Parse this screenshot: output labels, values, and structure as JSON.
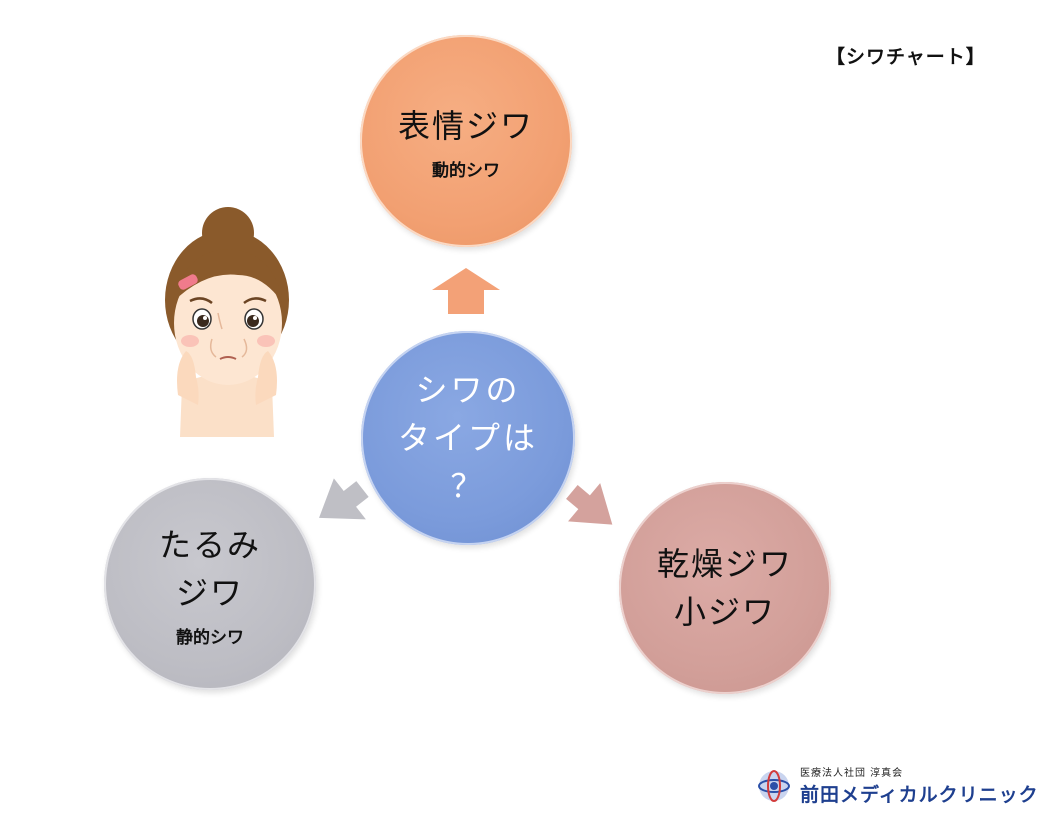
{
  "title": "【シワチャート】",
  "center": {
    "line1": "シワの",
    "line2": "タイプは",
    "line3": "？"
  },
  "top_node": {
    "label": "表情ジワ",
    "sub": "動的シワ"
  },
  "left_node": {
    "line1": "たるみ",
    "line2": "ジワ",
    "sub": "静的シワ"
  },
  "right_node": {
    "line1": "乾燥ジワ",
    "line2": "小ジワ"
  },
  "logo": {
    "sub": "医療法人社団 淳真会",
    "main": "前田メディカルクリニック"
  },
  "colors": {
    "top": "#f2a072",
    "center": "#7b9bdb",
    "left": "#bdbdc4",
    "right": "#d29f99",
    "logo_text": "#1e3f8f"
  },
  "icons": [
    "arrow-up-icon",
    "arrow-down-left-icon",
    "arrow-down-right-icon",
    "worried-woman-illustration",
    "clinic-logo-icon"
  ]
}
